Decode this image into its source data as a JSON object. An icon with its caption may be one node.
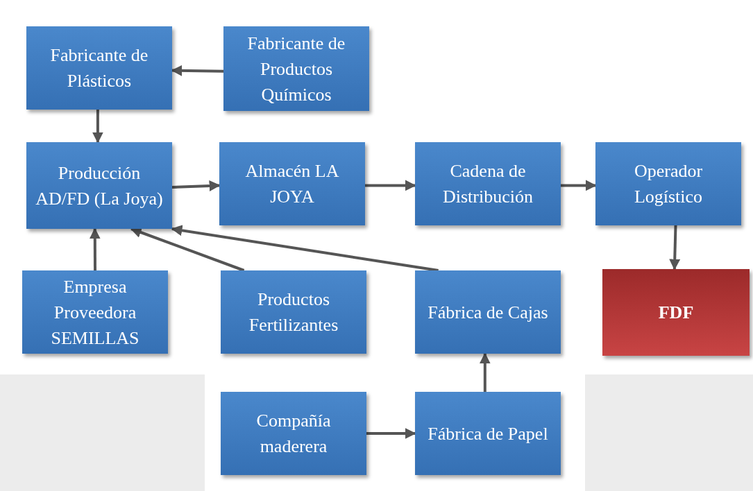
{
  "diagram": {
    "nodes": [
      {
        "text": [
          "Fabricante de Plásticos"
        ]
      },
      {
        "text": [
          "Fabricante de Productos Químicos"
        ]
      },
      {
        "text": [
          "Producción AD/FD (La Joya)"
        ]
      },
      {
        "text": [
          "Almacén LA JOYA"
        ]
      },
      {
        "text": [
          "Cadena de Distribución"
        ]
      },
      {
        "text": [
          "Operador Logístico"
        ]
      },
      {
        "text": [
          "Empresa Proveedora SEMILLAS"
        ]
      },
      {
        "text": [
          "Productos Fertilizantes"
        ]
      },
      {
        "text": [
          "Fábrica de Cajas"
        ]
      },
      {
        "text": [
          "FDF"
        ]
      },
      {
        "text": [
          "Compañía maderera"
        ]
      },
      {
        "text": [
          "Fábrica de Papel"
        ]
      }
    ],
    "edges": [
      {
        "from": 1,
        "to": 0,
        "arrow": "to"
      },
      {
        "from": 0,
        "to": 2,
        "arrow": "to"
      },
      {
        "from": 2,
        "to": 3,
        "arrow": "to"
      },
      {
        "from": 3,
        "to": 4,
        "arrow": "to"
      },
      {
        "from": 4,
        "to": 5,
        "arrow": "to"
      },
      {
        "from": 5,
        "to": 9,
        "arrow": "to"
      },
      {
        "from": 6,
        "to": 2,
        "arrow": "to"
      },
      {
        "from": 7,
        "to": 2,
        "arrow": "to"
      },
      {
        "from": 8,
        "to": 2,
        "arrow": "to"
      },
      {
        "from": 10,
        "to": 11,
        "arrow": "to"
      },
      {
        "from": 11,
        "to": 8,
        "arrow": "to"
      }
    ]
  }
}
